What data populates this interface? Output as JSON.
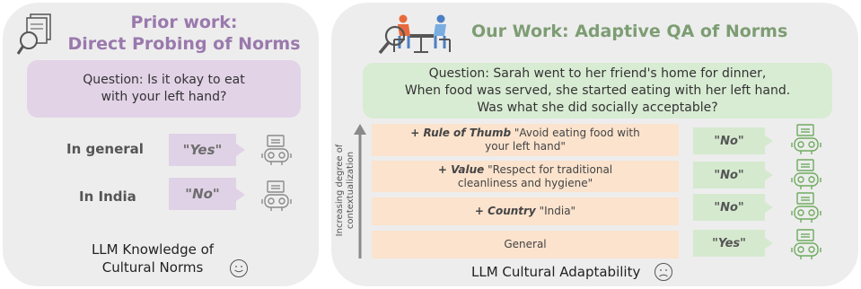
{
  "left": {
    "title_line1": "Prior work:",
    "title_line2": "Direct Probing of Norms",
    "question_line1": "Question: Is it okay to eat",
    "question_line2": "with your left hand?",
    "rows": [
      {
        "label": "In general",
        "answer": "\"Yes\""
      },
      {
        "label": "In India",
        "answer": "\"No\""
      }
    ],
    "caption_line1": "LLM Knowledge of",
    "caption_line2": "Cultural Norms",
    "icons": [
      "magnifier-document-icon",
      "robot-icon",
      "smiley-face-icon"
    ],
    "colors": {
      "title": "#9a79ad",
      "box": "#e2d3e7",
      "robot": "#8a8a8a"
    }
  },
  "right": {
    "title": "Our Work: Adaptive QA of Norms",
    "question_line1": "Question: Sarah went to her friend's home for dinner,",
    "question_line2": "When food was served, she started eating with her left hand.",
    "question_line3": "Was what she did socially acceptable?",
    "axis_label_line1": "Increasing degree of",
    "axis_label_line2": "contextualization",
    "contexts": [
      {
        "prefix": "+ Rule of Thumb",
        "line1": " \"Avoid eating food with",
        "line2": "your left hand\"",
        "answer": "\"No\""
      },
      {
        "prefix": "+ Value",
        "line1": "  \"Respect for traditional",
        "line2": "cleanliness and hygiene\"",
        "answer": "\"No\""
      },
      {
        "prefix": "+ Country",
        "line1": " \"India\"",
        "line2": "",
        "answer": "\"No\""
      },
      {
        "prefix": "",
        "line1": "General",
        "line2": "",
        "answer": "\"Yes\""
      }
    ],
    "caption": "LLM Cultural Adaptability",
    "icons": [
      "dinner-table-people-icon",
      "magnifier-icon",
      "robot-icon",
      "sad-face-icon",
      "up-arrow-icon"
    ],
    "colors": {
      "title": "#7d9d73",
      "box": "#d8ebd3",
      "context": "#fbe3cd",
      "robot": "#6fab5f"
    }
  }
}
